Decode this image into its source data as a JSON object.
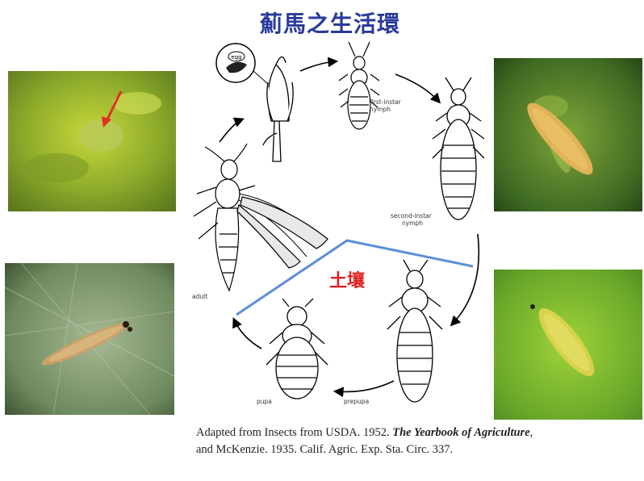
{
  "title": "薊馬之生活環",
  "soil_label": "土壤",
  "stages": {
    "egg": "egg",
    "first_instar": [
      "first-instar",
      "nymph"
    ],
    "second_instar": [
      "second-instar",
      "nymph"
    ],
    "prepupa": "prepupa",
    "pupa": "pupa",
    "adult": "adult"
  },
  "caption": {
    "part1": "Adapted from Insects from USDA. 1952. ",
    "italic1": "The Yearbook of Agriculture",
    "part2": ", and McKenzie. 1935. Calif. Agric. Exp. Sta. Circ. 337."
  },
  "photos": [
    {
      "name": "egg-on-leaf-photo"
    },
    {
      "name": "larva-on-leaf-photo"
    },
    {
      "name": "adult-on-leaf-photo"
    },
    {
      "name": "nymph-on-leaf-photo"
    }
  ],
  "colors": {
    "title": "#2a3a9a",
    "soil_label": "#e02020",
    "soil_line": "#5b8fd6",
    "arrow": "#000000"
  }
}
